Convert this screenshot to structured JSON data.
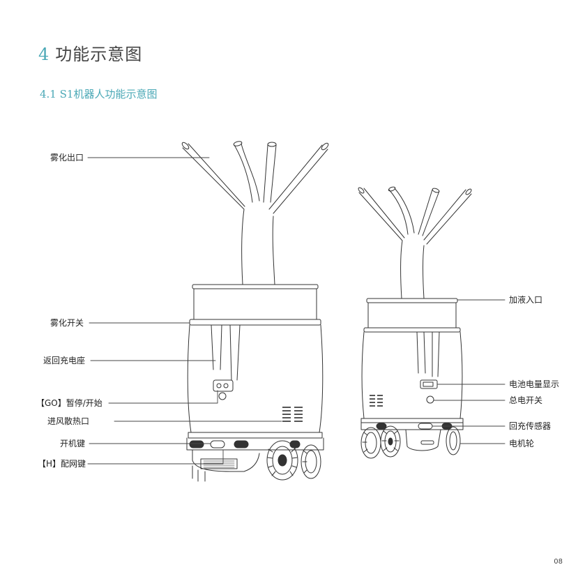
{
  "section": {
    "number": "4",
    "title": "功能示意图"
  },
  "subsection": {
    "title": "4.1 S1机器人功能示意图"
  },
  "left_labels": [
    {
      "id": "mist-outlet",
      "text": "雾化出口"
    },
    {
      "id": "mist-switch",
      "text": "雾化开关"
    },
    {
      "id": "charging-dock-return",
      "text": "返回充电座"
    },
    {
      "id": "go-pause-start",
      "text": "【GO】暂停/开始"
    },
    {
      "id": "air-vent",
      "text": "进风散热口"
    },
    {
      "id": "power-key",
      "text": "开机键"
    },
    {
      "id": "h-pair-key",
      "text": "【H】配网键"
    }
  ],
  "right_labels": [
    {
      "id": "refill-inlet",
      "text": "加液入口"
    },
    {
      "id": "battery-display",
      "text": "电池电量显示"
    },
    {
      "id": "main-power-switch",
      "text": "总电开关"
    },
    {
      "id": "dock-sensor",
      "text": "回充传感器"
    },
    {
      "id": "motor-wheel",
      "text": "电机轮"
    }
  ],
  "page_number": "08"
}
